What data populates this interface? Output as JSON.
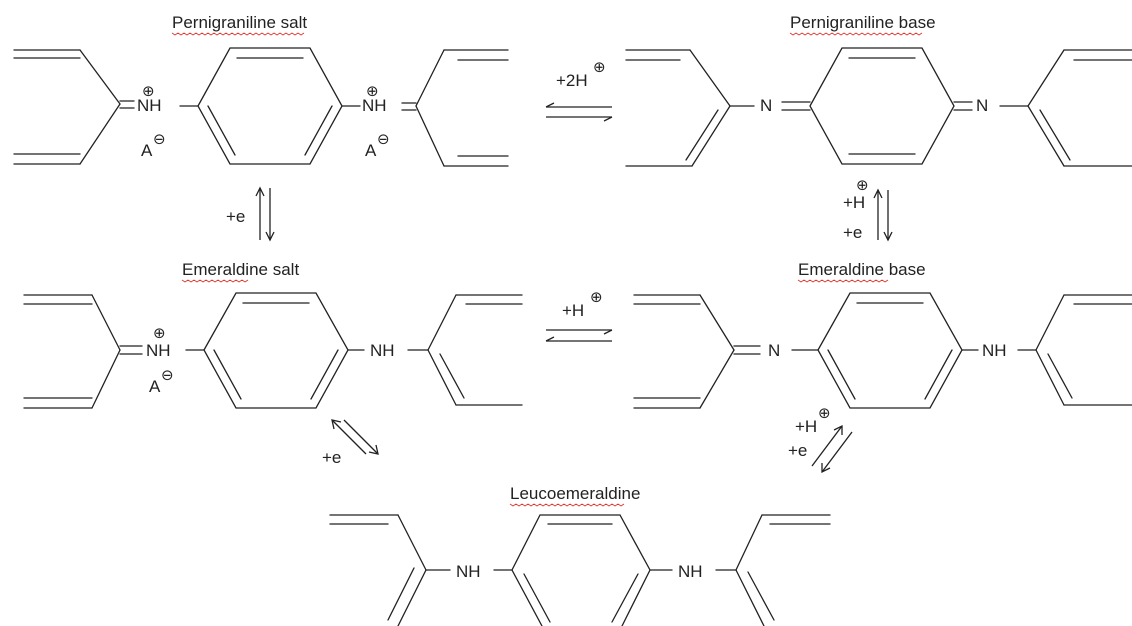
{
  "structures": {
    "pernigraniline_salt": "Pernigraniline salt",
    "pernigraniline_base": "Pernigraniline base",
    "emeraldine_salt": "Emeraldine salt",
    "emeraldine_base": "Emeraldine base",
    "leucoemeraldine": "Leucoemeraldine"
  },
  "atoms": {
    "nh": "NH",
    "n": "N",
    "anion": "A",
    "h": "H",
    "plus_charge": "⊕",
    "minus_charge": "⊖"
  },
  "conditions": {
    "plus_2h": "+2H",
    "plus_h": "+H",
    "plus_e": "+e"
  },
  "colors": {
    "ink": "#222222",
    "spellcheck_underline": "#e0302a"
  }
}
